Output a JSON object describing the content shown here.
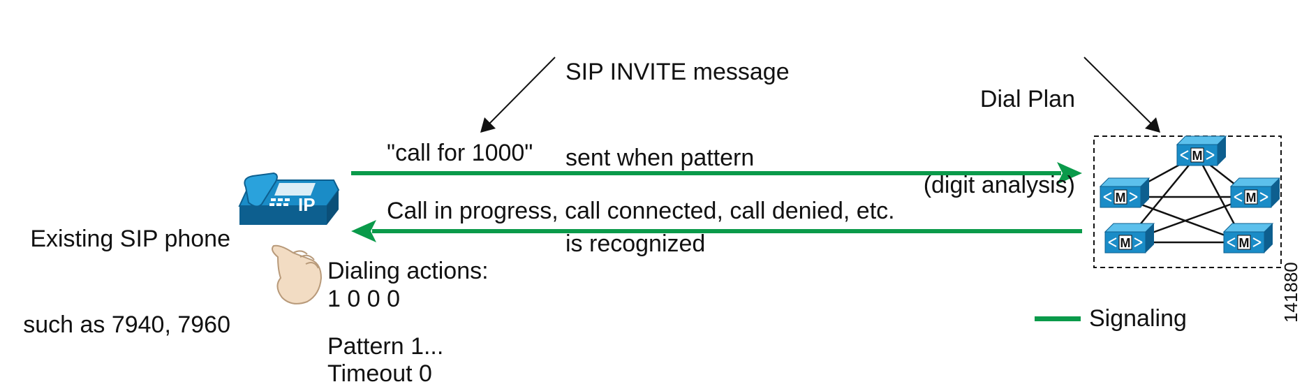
{
  "annotations": {
    "invite_note": [
      "SIP INVITE message",
      "sent when pattern",
      "is recognized"
    ],
    "dialplan_note": [
      "Dial Plan",
      "(digit analysis)"
    ]
  },
  "phone": {
    "label": [
      "Existing SIP phone",
      "such as 7940, 7960"
    ],
    "badge": "IP",
    "icon": "ip-phone-icon"
  },
  "flows": {
    "outgoing_label": "\"call for 1000\"",
    "incoming_label": "Call in progress, call connected, call denied, etc."
  },
  "dialing": {
    "actions_title": "Dialing actions:",
    "digits": "1 0 0 0",
    "pattern": "Pattern 1...",
    "timeout": "Timeout 0",
    "icon": "hand-dialing-icon"
  },
  "cluster": {
    "node_label": "M",
    "icon": "call-manager-icon"
  },
  "legend": {
    "signaling_label": "Signaling",
    "signaling_color": "#0a9a4a"
  },
  "figure_number": "141880",
  "colors": {
    "arrow_green": "#0a9a4a",
    "device_blue": "#1a8cc7",
    "device_dark": "#0d5f8f",
    "hand_skin": "#f2dcc3"
  }
}
